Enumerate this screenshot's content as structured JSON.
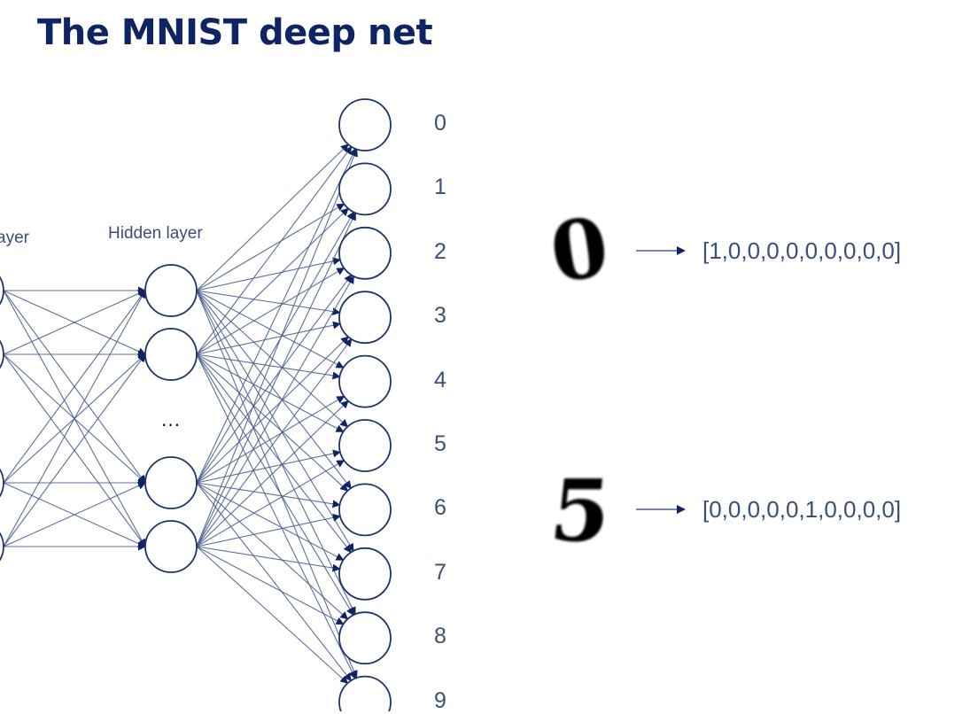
{
  "title": "The MNIST deep net",
  "colors": {
    "title": "#0f2462",
    "edge": "#4a5f90",
    "node_stroke": "#1e3469",
    "arrowhead": "#0f2462",
    "label": "#3c4f7a"
  },
  "network": {
    "input_layer": {
      "label": "ayer",
      "node_count_visible": 4
    },
    "hidden_layer": {
      "label": "Hidden layer",
      "node_count_visible": 4,
      "ellipsis": "..."
    },
    "output_layer": {
      "labels": [
        "0",
        "1",
        "2",
        "3",
        "4",
        "5",
        "6",
        "7",
        "8",
        "9"
      ]
    }
  },
  "examples": [
    {
      "digit_image": "handwritten-0",
      "digit_glyph": "0",
      "vector": "[1,0,0,0,0,0,0,0,0,0]"
    },
    {
      "digit_image": "handwritten-5",
      "digit_glyph": "5",
      "vector": "[0,0,0,0,0,1,0,0,0,0]"
    }
  ]
}
